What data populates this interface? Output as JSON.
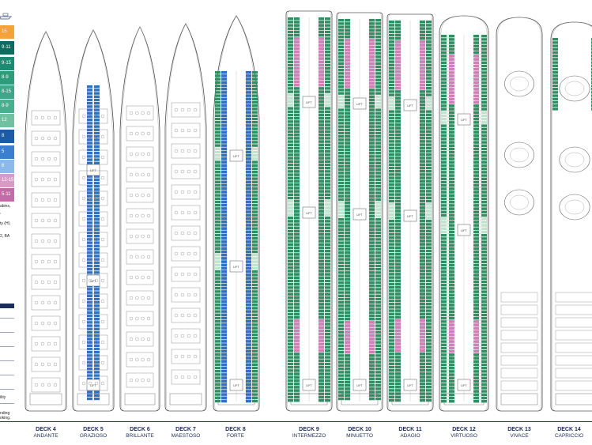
{
  "legend": {
    "items": [
      {
        "label": "15",
        "color": "#f4a23a"
      },
      {
        "label": "9-11",
        "color": "#0f6b5d"
      },
      {
        "label": "9-15",
        "color": "#1b8b72"
      },
      {
        "label": "8-9",
        "color": "#2e9c7a"
      },
      {
        "label": "8-15",
        "color": "#3aa889"
      },
      {
        "label": "8-9",
        "color": "#46b08f"
      },
      {
        "label": "12",
        "color": "#6fc1a1"
      },
      {
        "label": "8",
        "color": "#1d5aa8"
      },
      {
        "label": "5",
        "color": "#3a7fd0"
      },
      {
        "label": "6",
        "color": "#8cb8ea"
      },
      {
        "label": "12-15",
        "color": "#d79bc6"
      },
      {
        "label": "5-11",
        "color": "#c46aa8"
      }
    ],
    "notes": [
      "abins,",
      ",",
      "ty (H).",
      "",
      "2, BA"
    ],
    "bottom_notes": [
      "ility",
      "nding",
      "oking."
    ]
  },
  "decks": [
    {
      "num": "DECK 4",
      "name": "ANDANTE"
    },
    {
      "num": "DECK 5",
      "name": "GRAZIOSO"
    },
    {
      "num": "DECK 6",
      "name": "BRILLANTE"
    },
    {
      "num": "DECK 7",
      "name": "MAESTOSO"
    },
    {
      "num": "DECK 8",
      "name": "FORTE"
    },
    {
      "num": "DECK 9",
      "name": "INTERMEZZO"
    },
    {
      "num": "DECK 10",
      "name": "MINUETTO"
    },
    {
      "num": "DECK 11",
      "name": "ADAGIO"
    },
    {
      "num": "DECK 12",
      "name": "VIRTUOSO"
    },
    {
      "num": "DECK 13",
      "name": "VIVACE"
    },
    {
      "num": "DECK 14",
      "name": "CAPRICCIO"
    }
  ],
  "colors": {
    "navy": "#1b2a55",
    "cabin_green": "#2f8f63",
    "cabin_green_light": "#bfe3cc",
    "cabin_blue": "#2f6fc4",
    "cabin_pink": "#cf7fb7",
    "hull": "#ffffff",
    "line": "#4a4a4a"
  },
  "icons": [
    "ship-icon"
  ]
}
